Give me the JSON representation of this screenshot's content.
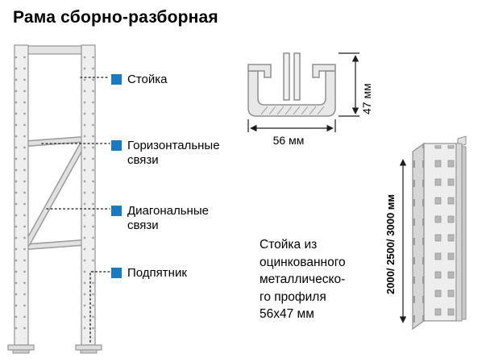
{
  "title": "Рама сборно-разборная",
  "frame": {
    "callouts": [
      {
        "label": "Стойка"
      },
      {
        "label": "Горизонтальные связи"
      },
      {
        "label": "Диагональные связи"
      },
      {
        "label": "Подпятник"
      }
    ]
  },
  "profile_section": {
    "width_label": "56 мм",
    "height_label": "47 мм"
  },
  "upright": {
    "length_label": "2000/ 2500/ 3000 мм",
    "description": "Стойка из\nоцинкованного\nметаллическо-\nго профиля\n56х47 мм"
  },
  "colors": {
    "accent_blue": "#1a7abf",
    "metal_light": "#ececec",
    "metal_stroke": "#8f8f8f"
  }
}
